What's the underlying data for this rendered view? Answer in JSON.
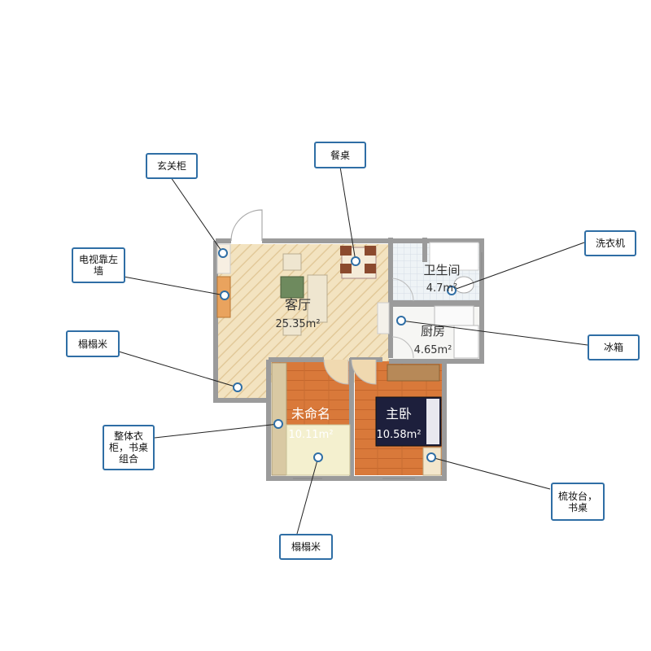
{
  "rooms": {
    "living": {
      "name": "客厅",
      "area": "25.35m²"
    },
    "bathroom": {
      "name": "卫生间",
      "area": "4.7m²"
    },
    "kitchen": {
      "name": "厨房",
      "area": "4.65m²"
    },
    "unnamed": {
      "name": "未命名",
      "area": "10.11m²"
    },
    "master": {
      "name": "主卧",
      "area": "10.58m²"
    }
  },
  "callouts": {
    "entry_cabinet": "玄关柜",
    "dining_table": "餐桌",
    "tv_wall": "电视靠左墙",
    "washing_machine": "洗衣机",
    "refrigerator": "冰箱",
    "tatami_left": "榻榻米",
    "wardrobe_desk": "整体衣柜，书桌组合",
    "dresser_desk": "梳妆台，书桌",
    "tatami_bottom": "榻榻米"
  },
  "colors": {
    "wall": "#9a9a9a",
    "living_floor": "#f1dfb8",
    "wood_floor": "#d8783a",
    "bath_floor": "#e6eef3",
    "callout_border": "#2f6ea5",
    "marker": "#2f6ea5"
  }
}
